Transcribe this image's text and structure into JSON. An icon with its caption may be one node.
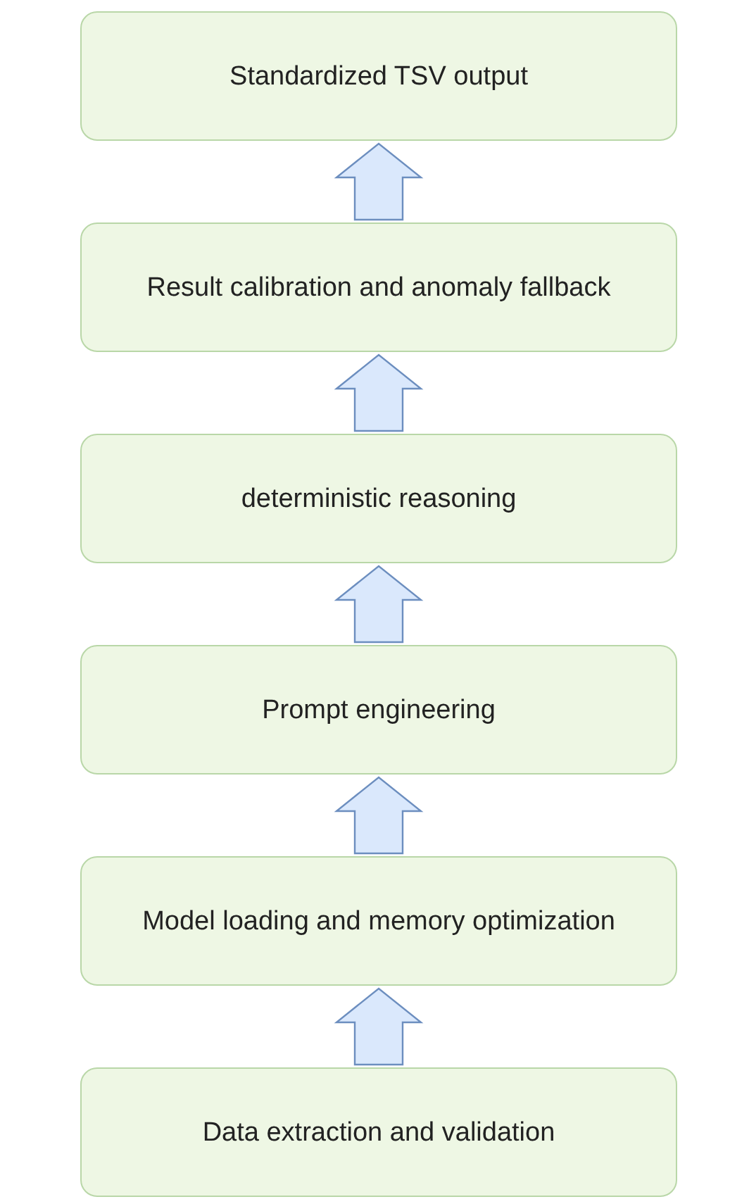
{
  "diagram": {
    "nodes": [
      {
        "text": [
          "Standardized TSV output"
        ]
      },
      {
        "text": [
          "Result calibration and anomaly fallback"
        ]
      },
      {
        "text": [
          "deterministic reasoning"
        ]
      },
      {
        "text": [
          "Prompt engineering"
        ]
      },
      {
        "text": [
          "Model loading and memory optimization"
        ]
      },
      {
        "text": [
          "Data extraction and validation"
        ]
      }
    ],
    "edges": [
      {
        "from": 5,
        "to": 4,
        "arrow": "to",
        "style": "thick"
      },
      {
        "from": 4,
        "to": 3,
        "arrow": "to",
        "style": "thick"
      },
      {
        "from": 3,
        "to": 2,
        "arrow": "to",
        "style": "thick"
      },
      {
        "from": 2,
        "to": 1,
        "arrow": "to",
        "style": "thick"
      },
      {
        "from": 1,
        "to": 0,
        "arrow": "to",
        "style": "thick"
      }
    ]
  }
}
